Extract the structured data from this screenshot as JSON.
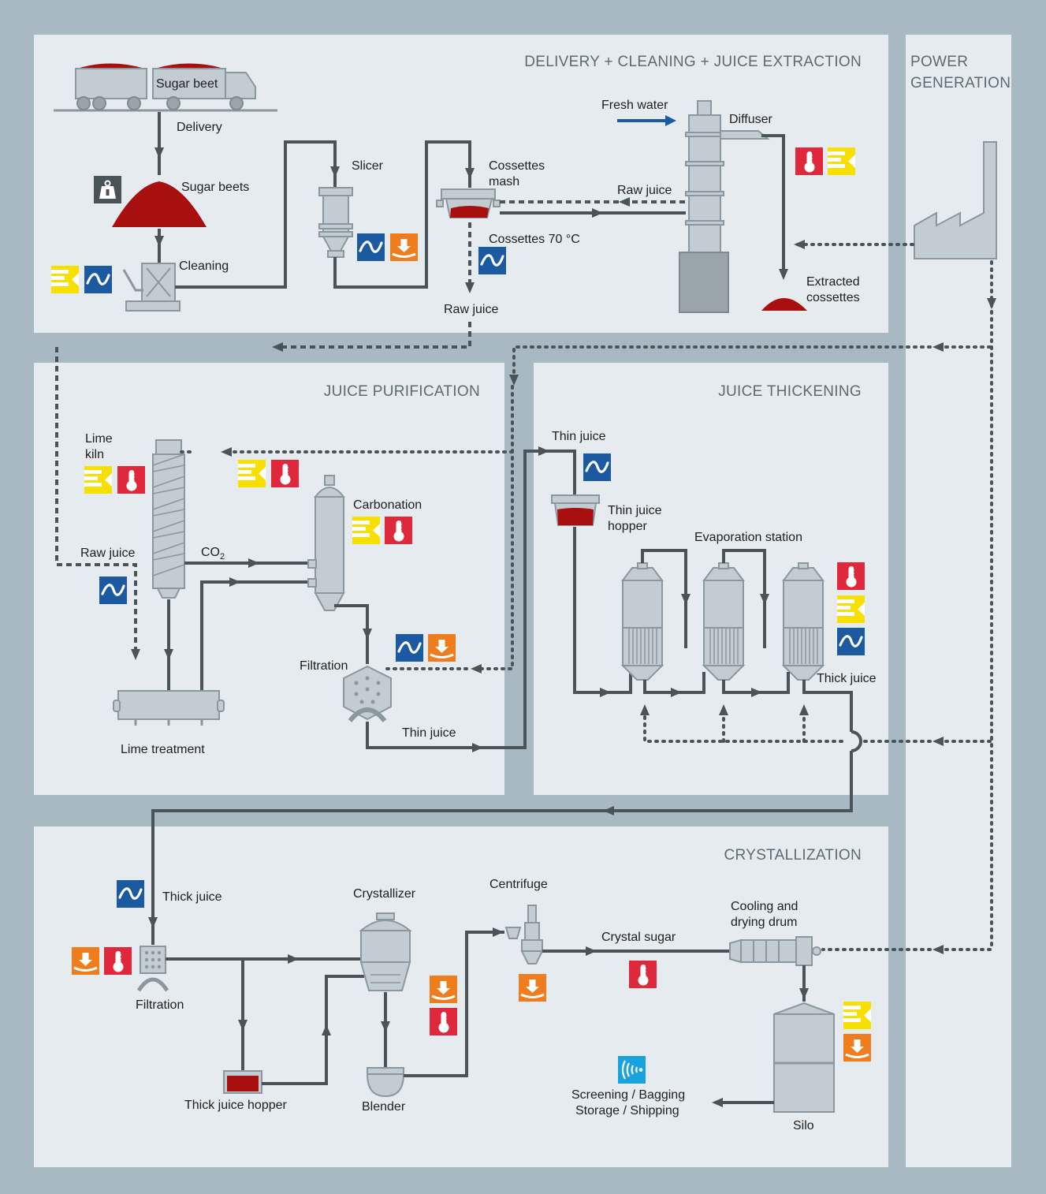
{
  "sections": {
    "delivery": "DELIVERY + CLEANING + JUICE EXTRACTION",
    "power_line1": "POWER",
    "power_line2": "GENERATION",
    "purification": "JUICE PURIFICATION",
    "thickening": "JUICE THICKENING",
    "crystallization": "CRYSTALLIZATION"
  },
  "labels": {
    "sugar_beet": "Sugar beet",
    "delivery": "Delivery",
    "sugar_beets": "Sugar beets",
    "cleaning": "Cleaning",
    "slicer": "Slicer",
    "cossettes_mash_1": "Cossettes",
    "cossettes_mash_2": "mash",
    "raw_juice_top": "Raw juice",
    "cossettes_70": "Cossettes 70 °C",
    "raw_juice_mid": "Raw juice",
    "fresh_water": "Fresh water",
    "diffuser": "Diffuser",
    "extracted_1": "Extracted",
    "extracted_2": "cossettes",
    "lime_kiln_1": "Lime",
    "lime_kiln_2": "kiln",
    "raw_juice_left": "Raw juice",
    "co2": "CO",
    "co2_sub": "2",
    "carbonation": "Carbonation",
    "filtration_pur": "Filtration",
    "thin_juice_pur": "Thin juice",
    "lime_treatment": "Lime treatment",
    "thin_juice_top": "Thin juice",
    "thin_hopper_1": "Thin juice",
    "thin_hopper_2": "hopper",
    "evaporation": "Evaporation station",
    "thick_juice_evap": "Thick juice",
    "thick_juice_cry": "Thick juice",
    "filtration_cry": "Filtration",
    "crystallizer": "Crystallizer",
    "centrifuge": "Centrifuge",
    "crystal_sugar": "Crystal sugar",
    "cooling_1": "Cooling and",
    "cooling_2": "drying drum",
    "thick_hopper": "Thick juice hopper",
    "blender": "Blender",
    "screening_1": "Screening / Bagging",
    "screening_2": "Storage / Shipping",
    "silo": "Silo"
  },
  "colors": {
    "background": "#a9b9c4",
    "panel": "#e6ebef",
    "pipe": "#4a5458",
    "beet": "#a80f0f",
    "flow_icon": "#1b5aa0",
    "weight_icon": "#ef7d1e",
    "temp_icon": "#e0283c",
    "level_icon": "#f7e000",
    "wireless_icon": "#1aa2dc",
    "water_arrow": "#1b5aa0"
  },
  "icons": [
    "flow-icon",
    "weighing-icon",
    "temperature-icon",
    "level-icon",
    "scale-icon",
    "wireless-icon"
  ]
}
